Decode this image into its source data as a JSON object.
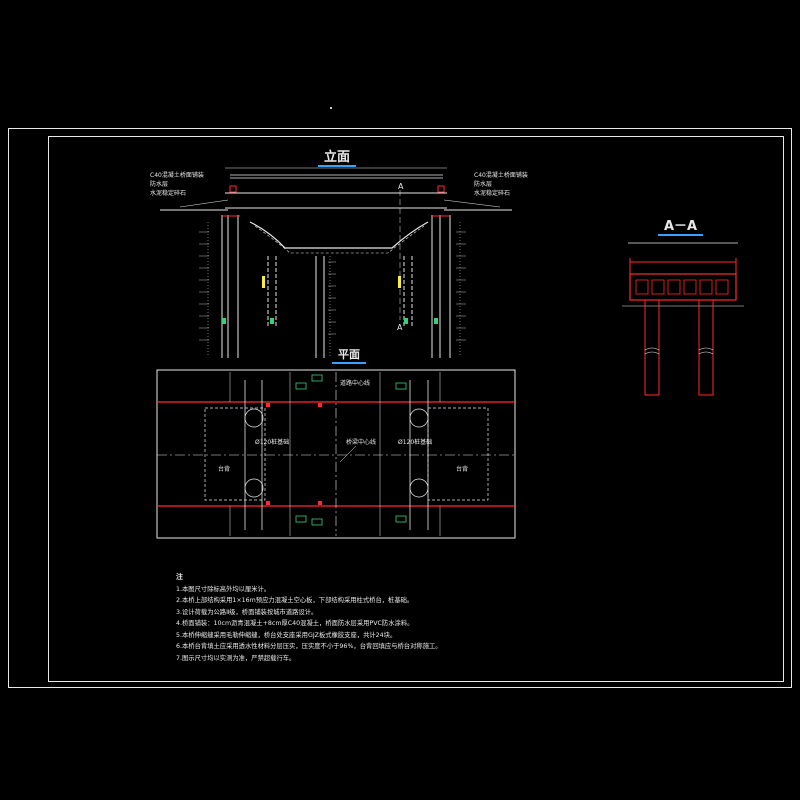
{
  "drawing": {
    "elevation_title": "立面",
    "plan_title": "平面",
    "section_title": "A－A",
    "section_mark": "A",
    "elevation_left_labels": [
      "C40混凝土桥面铺装",
      "防水层",
      "水泥稳定碎石"
    ],
    "elevation_right_labels": [
      "C40混凝土桥面铺装",
      "防水层",
      "水泥稳定碎石"
    ],
    "plan_labels": {
      "road_centerline": "道路中心线",
      "bridge_centerline": "桥梁中心线",
      "abutment_left": "台背",
      "abutment_right": "台背",
      "pile_left": "Ø120桩基础",
      "pile_right": "Ø120桩基础"
    },
    "colors": {
      "line": "#e8e8e8",
      "red": "#ff2a2a",
      "green": "#34d27a",
      "yellow": "#f6ee3a",
      "cyan": "#3ad6ff",
      "blue": "#3aa0ff"
    }
  },
  "notes": {
    "heading": "注",
    "items": [
      "1.本图尺寸除标高外均以厘米计。",
      "2.本桥上部结构采用1×16m预应力混凝土空心板，下部结构采用柱式桥台，桩基础。",
      "3.设计荷载为公路Ⅱ级，桥面铺装按城市道路设计。",
      "4.桥面铺装：10cm沥青混凝土+8cm厚C40混凝土，桥面防水层采用PVC防水涂料。",
      "5.本桥伸缩缝采用毛勒伸缩缝，桥台处支座采用GJZ板式橡胶支座，共计24块。",
      "6.本桥台背填土应采用透水性材料分层压实，压实度不小于96%，台背回填应与桥台对称施工。",
      "7.图示尺寸均以实测为准，严禁超载行车。"
    ]
  }
}
